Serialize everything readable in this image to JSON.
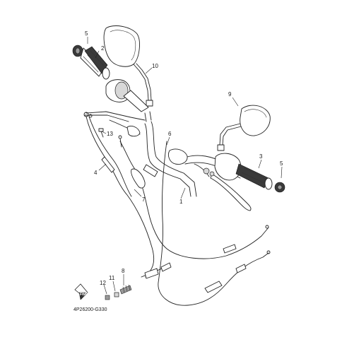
{
  "diagram": {
    "drawing_code": "4P26200-G330",
    "fwd_label": "FWD",
    "callouts": [
      {
        "id": "1",
        "label": "1"
      },
      {
        "id": "2",
        "label": "2"
      },
      {
        "id": "3",
        "label": "3"
      },
      {
        "id": "4",
        "label": "4"
      },
      {
        "id": "5a",
        "label": "5"
      },
      {
        "id": "5b",
        "label": "5"
      },
      {
        "id": "6",
        "label": "6"
      },
      {
        "id": "7",
        "label": "7"
      },
      {
        "id": "8",
        "label": "8"
      },
      {
        "id": "9",
        "label": "9"
      },
      {
        "id": "10",
        "label": "10"
      },
      {
        "id": "11",
        "label": "11"
      },
      {
        "id": "12",
        "label": "12"
      },
      {
        "id": "13",
        "label": "13"
      }
    ]
  }
}
